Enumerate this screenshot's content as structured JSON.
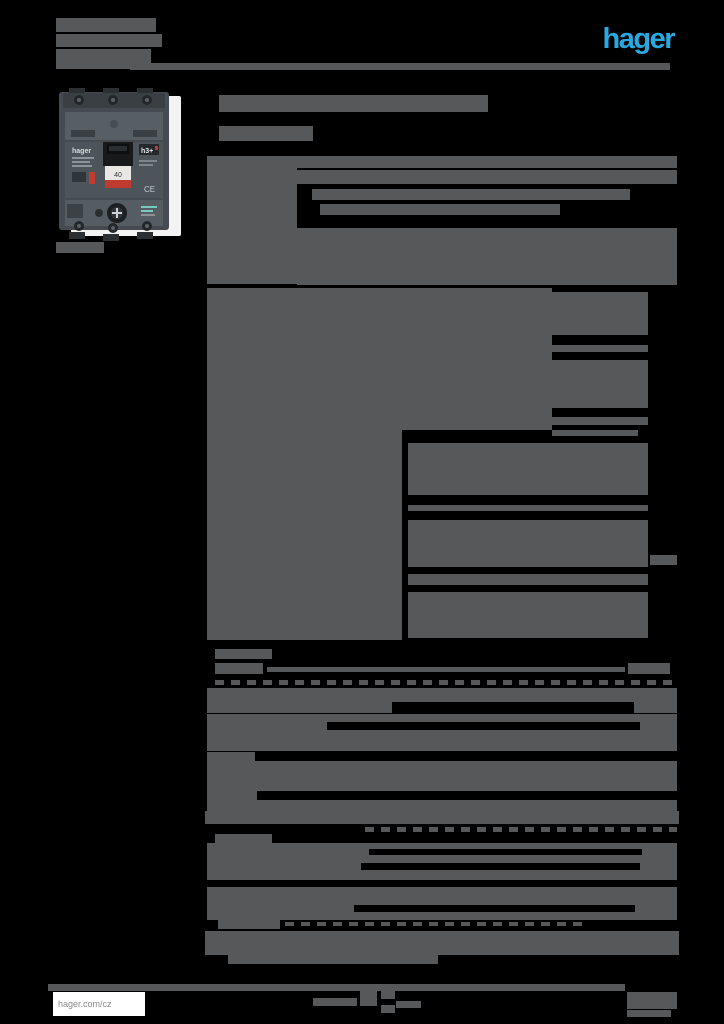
{
  "meta": {
    "background_color": "#000000",
    "redaction_color": "#57585a",
    "accent_blue": "#29a9e0",
    "note": "Hager product datasheet page with all text redacted as gray bars"
  },
  "header": {
    "logo_text": "hager"
  },
  "product_image": {
    "brand": "hager",
    "model": "h3+",
    "rating": "40",
    "ce_mark": "CE"
  },
  "footer": {
    "website": "hager.com/cz"
  },
  "redactions": {
    "solid": [
      [
        56,
        18,
        100,
        14
      ],
      [
        56,
        34,
        106,
        13
      ],
      [
        56,
        49,
        95,
        20
      ],
      [
        56,
        242,
        48,
        11
      ],
      [
        219,
        95,
        269,
        17
      ],
      [
        219,
        126,
        94,
        15
      ],
      [
        207,
        156,
        90,
        128
      ],
      [
        297,
        156,
        380,
        12
      ],
      [
        297,
        170,
        380,
        14
      ],
      [
        312,
        189,
        318,
        11
      ],
      [
        320,
        204,
        240,
        11
      ],
      [
        297,
        228,
        380,
        57
      ],
      [
        207,
        288,
        345,
        142
      ],
      [
        552,
        292,
        96,
        43
      ],
      [
        552,
        345,
        96,
        7
      ],
      [
        552,
        360,
        96,
        48
      ],
      [
        552,
        417,
        96,
        8
      ],
      [
        207,
        430,
        195,
        210
      ],
      [
        552,
        430,
        86,
        6
      ],
      [
        408,
        443,
        240,
        52
      ],
      [
        408,
        505,
        240,
        6
      ],
      [
        408,
        520,
        240,
        47
      ],
      [
        408,
        574,
        240,
        11
      ],
      [
        408,
        592,
        240,
        46
      ],
      [
        650,
        555,
        27,
        10
      ],
      [
        215,
        649,
        57,
        10
      ],
      [
        215,
        663,
        48,
        11
      ],
      [
        267,
        667,
        358,
        5
      ],
      [
        628,
        663,
        42,
        11
      ],
      [
        207,
        688,
        470,
        14
      ],
      [
        207,
        702,
        185,
        11
      ],
      [
        634,
        702,
        43,
        11
      ],
      [
        207,
        714,
        470,
        8
      ],
      [
        207,
        722,
        120,
        8
      ],
      [
        640,
        722,
        37,
        8
      ],
      [
        207,
        730,
        470,
        21
      ],
      [
        207,
        752,
        48,
        9
      ],
      [
        207,
        761,
        470,
        30
      ],
      [
        207,
        791,
        50,
        9
      ],
      [
        207,
        800,
        470,
        11
      ],
      [
        205,
        811,
        474,
        13
      ],
      [
        215,
        834,
        57,
        9
      ],
      [
        207,
        843,
        470,
        6
      ],
      [
        207,
        849,
        162,
        6
      ],
      [
        642,
        849,
        35,
        6
      ],
      [
        207,
        855,
        470,
        8
      ],
      [
        207,
        863,
        154,
        7
      ],
      [
        640,
        863,
        37,
        7
      ],
      [
        207,
        870,
        470,
        10
      ],
      [
        207,
        887,
        470,
        18
      ],
      [
        207,
        905,
        147,
        7
      ],
      [
        635,
        905,
        42,
        7
      ],
      [
        207,
        912,
        470,
        8
      ],
      [
        218,
        920,
        62,
        9
      ],
      [
        205,
        931,
        474,
        24
      ],
      [
        228,
        955,
        210,
        9
      ],
      [
        313,
        998,
        44,
        8
      ],
      [
        360,
        991,
        17,
        15
      ],
      [
        381,
        991,
        14,
        8
      ],
      [
        381,
        1005,
        14,
        8
      ],
      [
        396,
        1001,
        25,
        7
      ],
      [
        627,
        992,
        50,
        17
      ],
      [
        627,
        1010,
        44,
        7
      ]
    ],
    "dashed": [
      [
        215,
        680,
        462,
        5
      ],
      [
        365,
        827,
        312,
        5
      ],
      [
        285,
        922,
        300,
        4
      ]
    ]
  }
}
